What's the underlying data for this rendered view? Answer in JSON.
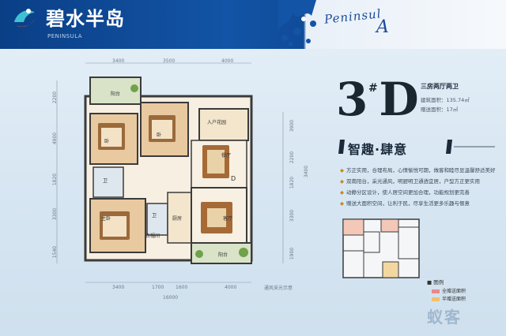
{
  "brand": {
    "name_cn": "碧水半岛",
    "tagline": "PENINSULA",
    "script_title": "Peninsul",
    "script_a": "A",
    "colors": {
      "header": "#0f4b99",
      "accent": "#c8881e"
    }
  },
  "unit": {
    "code": "3",
    "hash": "#",
    "letter": "D",
    "type": "三房两厅两卫",
    "area_build": "建筑面积：135.74㎡",
    "area_garden": "赠送面积：17㎡"
  },
  "slogan": "智趣·肆意",
  "features": [
    "方正实用，合理布局，心情愉悦可期，做客和睦尽显温馨舒适美好",
    "双南阳台，采光通风，明厨明卫通透宜居，户型方正更实用",
    "动静分区设计，使人居空间更加合理，功能规划更完善",
    "赠送大面积空间，让利于民，尽享生活更多乐趣与惬意"
  ],
  "dims_top": [
    "3400",
    "3500",
    "4000"
  ],
  "dims_bottom": [
    "3400",
    "1700",
    "1600",
    "4000"
  ],
  "dims_total": "16000",
  "dims_left": [
    "2200",
    "4900",
    "1820",
    "3300",
    "1540"
  ],
  "dims_right": [
    "3900",
    "2200",
    "1820",
    "3300",
    "1900"
  ],
  "dim_right_total": "3400",
  "rooms": {
    "balcony_top": "阳台",
    "bed1": "卧",
    "bed2": "卧",
    "hall": "入户花园",
    "dining": "餐厅",
    "d": "D",
    "bath1": "卫",
    "bath2": "卫",
    "bed3": "主卧",
    "living": "客厅",
    "kitchen": "厨房",
    "balcony_bottom": "阳台",
    "wardrobe": "衣帽间"
  },
  "note": "通风采光示意",
  "legend": {
    "title": "■ 图例",
    "items": [
      {
        "label": "全赠送面积",
        "color": "#e98a8a"
      },
      {
        "label": "半赠送面积",
        "color": "#f2c16a"
      }
    ]
  },
  "watermark": "蚁客"
}
